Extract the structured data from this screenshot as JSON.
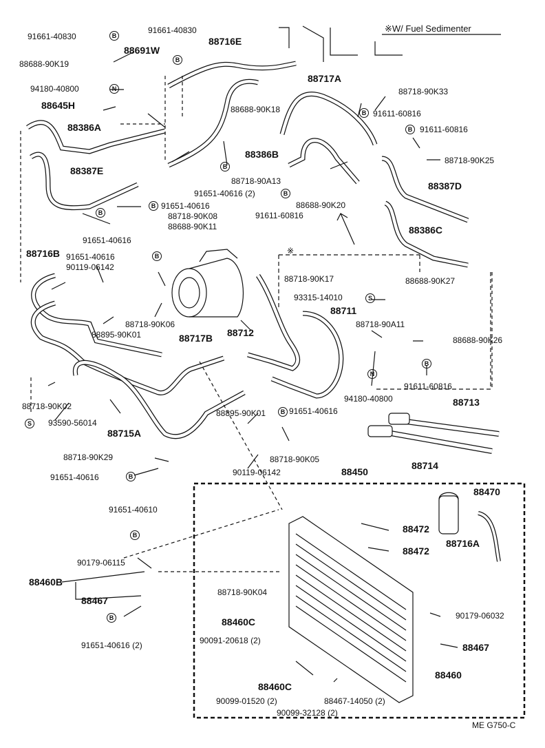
{
  "header": {
    "note": "※W/ Fuel Sedimenter"
  },
  "footer": {
    "code": "ME  G750-C"
  },
  "marks": {
    "b": "B",
    "n": "N",
    "s": "S",
    "ref": "※"
  },
  "labels": {
    "l_91661_40830_a": "91661-40830",
    "l_91661_40830_b": "91661-40830",
    "l_88716E": "88716E",
    "l_88691W": "88691W",
    "l_88688_90K19": "88688-90K19",
    "l_94180_40800_a": "94180-40800",
    "l_88645H": "88645H",
    "l_88717A": "88717A",
    "l_88718_90K33": "88718-90K33",
    "l_91611_60816_a": "91611-60816",
    "l_91611_60816_b": "91611-60816",
    "l_88688_90K18": "88688-90K18",
    "l_88386A": "88386A",
    "l_88386B": "88386B",
    "l_88718_90K25": "88718-90K25",
    "l_88387E": "88387E",
    "l_88718_90A13": "88718-90A13",
    "l_91651_40616_2a": "91651-40616 (2)",
    "l_88387D": "88387D",
    "l_91651_40616_a": "91651-40616",
    "l_88718_90K08": "88718-90K08",
    "l_88688_90K20": "88688-90K20",
    "l_88688_90K11": "88688-90K11",
    "l_91611_60816_c": "91611-60816",
    "l_91651_40616_b": "91651-40616",
    "l_88386C": "88386C",
    "l_88716B": "88716B",
    "l_91651_40616_c": "91651-40616",
    "l_90119_06142_a": "90119-06142",
    "l_88718_90K17": "88718-90K17",
    "l_88688_90K27": "88688-90K27",
    "l_93315_14010": "93315-14010",
    "l_88711": "88711",
    "l_88718_90K06": "88718-90K06",
    "l_88895_90K01_a": "88895-90K01",
    "l_88712": "88712",
    "l_88718_90A11": "88718-90A11",
    "l_88688_90K26": "88688-90K26",
    "l_88717B": "88717B",
    "l_91611_60816_d": "91611-60816",
    "l_94180_40800_b": "94180-40800",
    "l_88718_90K02": "88718-90K02",
    "l_88713": "88713",
    "l_93590_56014": "93590-56014",
    "l_88715A": "88715A",
    "l_88895_90K01_b": "88895-90K01",
    "l_91651_40616_d": "91651-40616",
    "l_88718_90K29": "88718-90K29",
    "l_88718_90K05": "88718-90K05",
    "l_88714": "88714",
    "l_91651_40616_e": "91651-40616",
    "l_90119_06142_b": "90119-06142",
    "l_88450": "88450",
    "l_88470": "88470",
    "l_91651_40610": "91651-40610",
    "l_88472_a": "88472",
    "l_88472_b": "88472",
    "l_88716A": "88716A",
    "l_90179_06115": "90179-06115",
    "l_88460B": "88460B",
    "l_88718_90K04": "88718-90K04",
    "l_88467_a": "88467",
    "l_88460C_a": "88460C",
    "l_90179_06032": "90179-06032",
    "l_91651_40616_2b": "91651-40616 (2)",
    "l_90091_20618": "90091-20618 (2)",
    "l_88467_b": "88467",
    "l_88460C_b": "88460C",
    "l_88460": "88460",
    "l_90099_01520": "90099-01520 (2)",
    "l_88467_14050": "88467-14050 (2)",
    "l_90099_32128": "90099-32128 (2)"
  }
}
